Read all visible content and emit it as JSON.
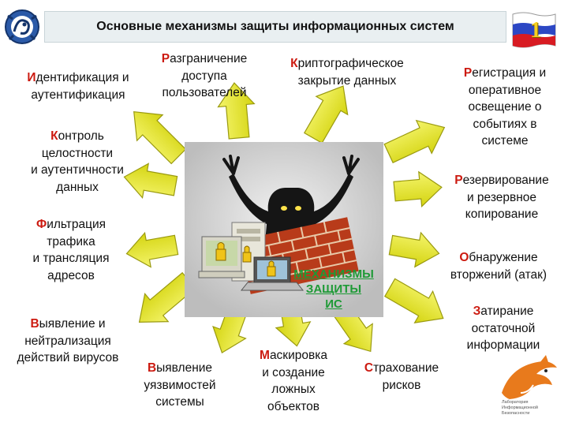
{
  "header": {
    "title": "Основные механизмы защиты информационных систем",
    "slide_number": "1"
  },
  "center": {
    "caption_lines": [
      "МЕХАНИЗМЫ",
      "ЗАЩИТЫ",
      "ИС"
    ]
  },
  "mechanisms": [
    {
      "cap": "И",
      "lines": [
        "дентификация и",
        "аутентификация"
      ]
    },
    {
      "cap": "Р",
      "lines": [
        "азграничение",
        "доступа",
        "пользователей"
      ]
    },
    {
      "cap": "К",
      "lines": [
        "риптографическое",
        "закрытие данных"
      ]
    },
    {
      "cap": "Р",
      "lines": [
        "егистрация и",
        "оперативное",
        "освещение о",
        "событиях в",
        "системе"
      ]
    },
    {
      "cap": "К",
      "lines": [
        "онтроль",
        "целостности",
        "и аутентичности",
        "данных"
      ]
    },
    {
      "cap": "Р",
      "lines": [
        "езервирование",
        "и резервное",
        "копирование"
      ]
    },
    {
      "cap": "Ф",
      "lines": [
        "ильтрация",
        "трафика",
        "и трансляция",
        "адресов"
      ]
    },
    {
      "cap": "О",
      "lines": [
        "бнаружение",
        "вторжений (атак)"
      ]
    },
    {
      "cap": "В",
      "lines": [
        "ыявление и",
        "нейтрализация",
        "действий вирусов"
      ]
    },
    {
      "cap": "З",
      "lines": [
        "атирание",
        "остаточной",
        "информации"
      ]
    },
    {
      "cap": "В",
      "lines": [
        "ыявление",
        "уязвимостей",
        "системы"
      ]
    },
    {
      "cap": "М",
      "lines": [
        "аскировка",
        "и создание",
        "ложных",
        "объектов"
      ]
    },
    {
      "cap": "С",
      "lines": [
        "трахование",
        "рисков"
      ]
    }
  ],
  "footer_logo": {
    "lines": [
      "Лаборатория",
      "Информационной",
      "Безопасности"
    ]
  },
  "colors": {
    "arrow_fill": "#e8e81a",
    "arrow_stroke": "#9a9a10",
    "accent_red": "#cc1a10",
    "accent_green": "#1e9a36"
  }
}
